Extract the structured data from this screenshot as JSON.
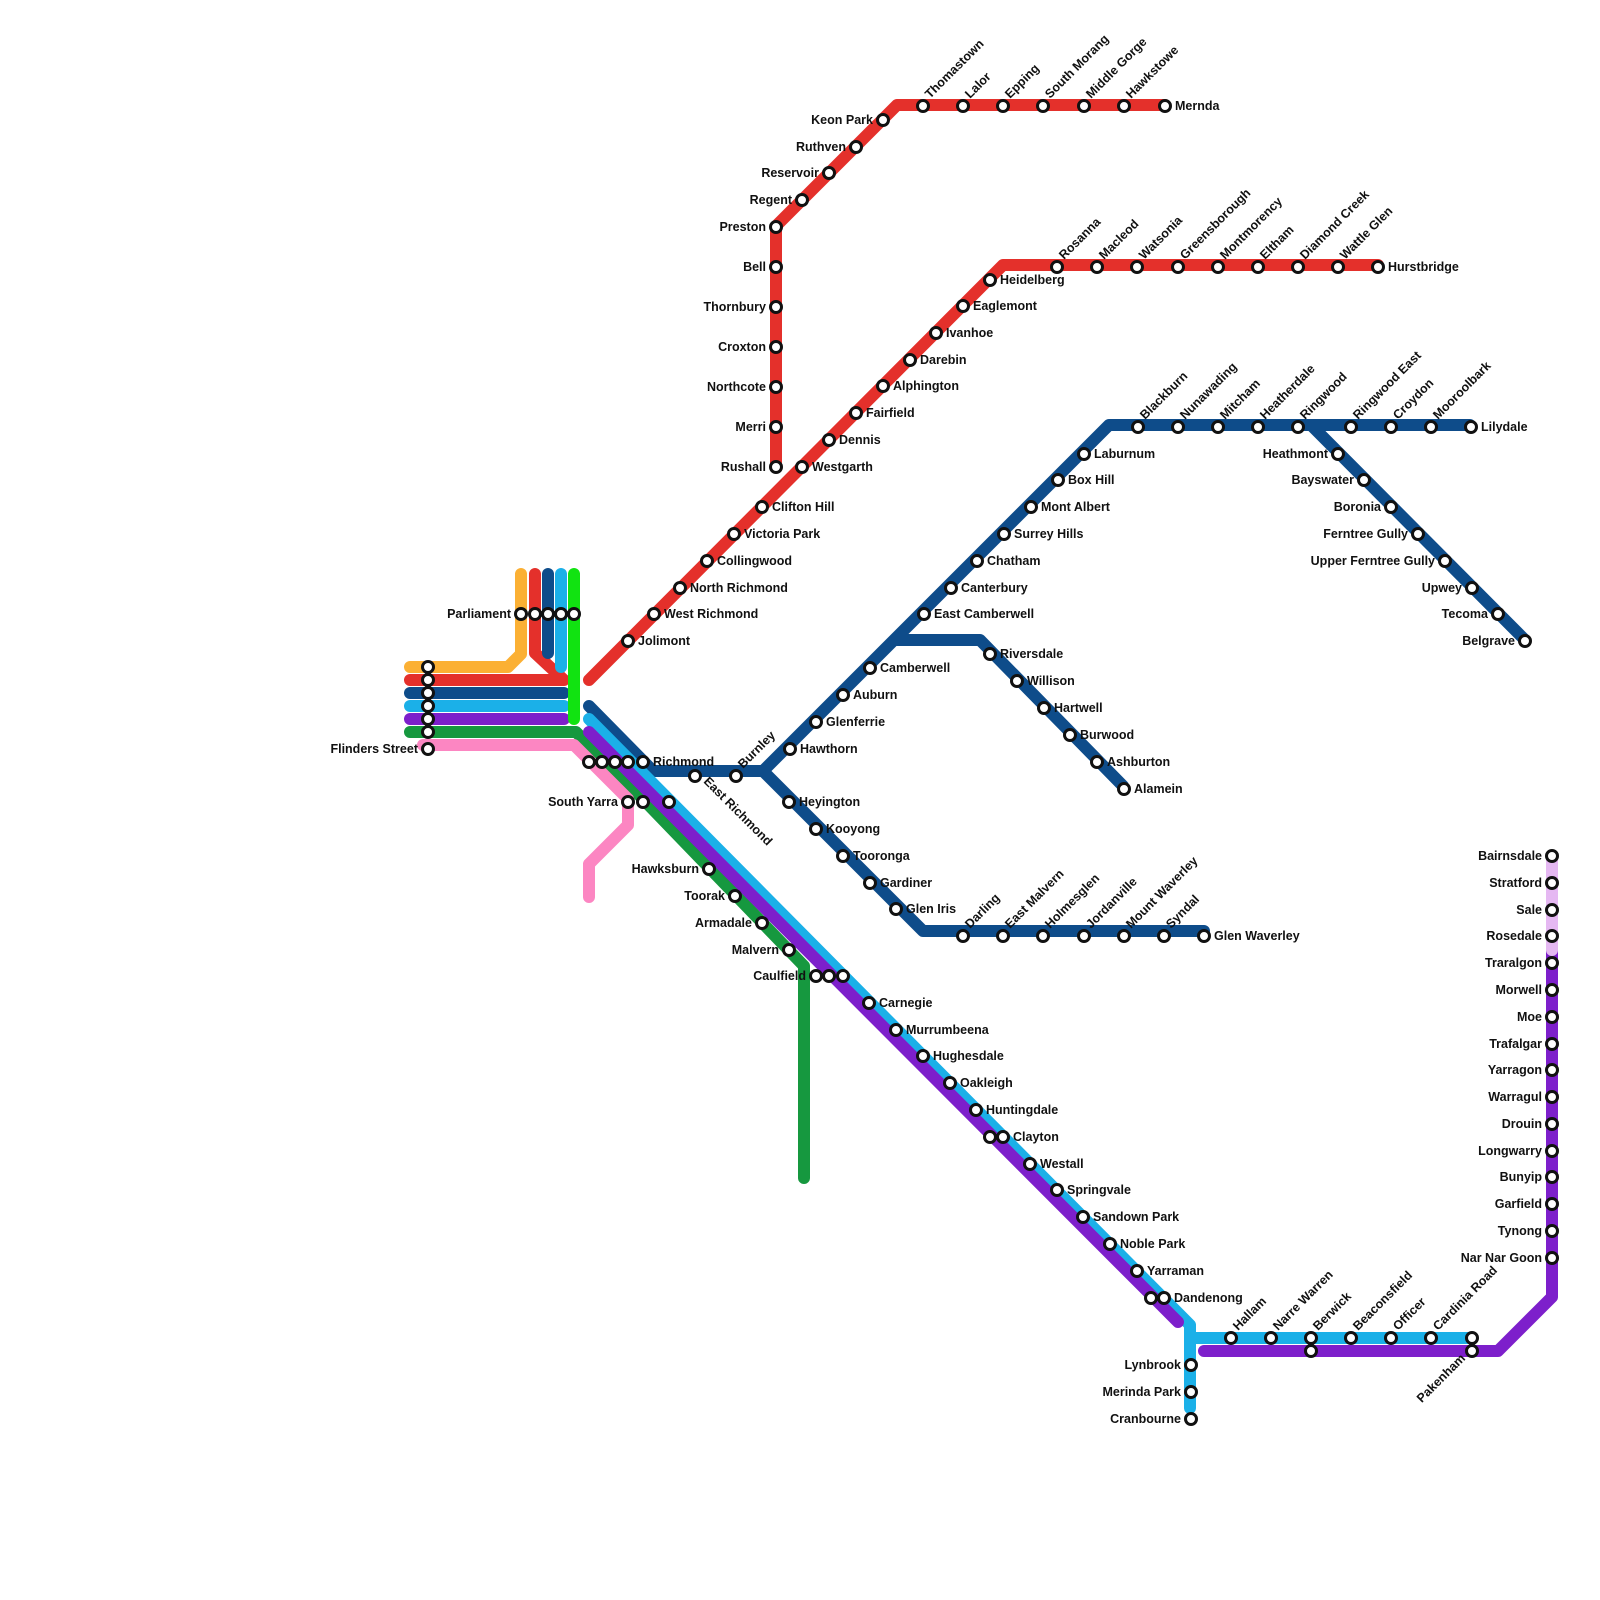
{
  "lines": [
    {
      "id": "orange",
      "color": "#FBB034"
    },
    {
      "id": "red",
      "color": "#E4302B"
    },
    {
      "id": "navy",
      "color": "#0E4C8A"
    },
    {
      "id": "cyan",
      "color": "#1BB0E8"
    },
    {
      "id": "purple",
      "color": "#7D1FCB"
    },
    {
      "id": "green",
      "color": "#16983F"
    },
    {
      "id": "pink",
      "color": "#FC86C2"
    },
    {
      "id": "lime",
      "color": "#11E311"
    },
    {
      "id": "lilac",
      "color": "#E5B8F2"
    }
  ],
  "stations": [
    "Parliament",
    "Flinders Street",
    "Jolimont",
    "West Richmond",
    "North Richmond",
    "Collingwood",
    "Victoria Park",
    "Clifton Hill",
    "Westgarth",
    "Dennis",
    "Fairfield",
    "Alphington",
    "Darebin",
    "Ivanhoe",
    "Eaglemont",
    "Heidelberg",
    "Rosanna",
    "Macleod",
    "Watsonia",
    "Greensborough",
    "Montmorency",
    "Eltham",
    "Diamond Creek",
    "Wattle Glen",
    "Hurstbridge",
    "Rushall",
    "Merri",
    "Northcote",
    "Croxton",
    "Thornbury",
    "Bell",
    "Preston",
    "Regent",
    "Reservoir",
    "Ruthven",
    "Keon Park",
    "Thomastown",
    "Lalor",
    "Epping",
    "South Morang",
    "Middle Gorge",
    "Hawkstowe",
    "Mernda",
    "Richmond",
    "East Richmond",
    "Burnley",
    "Hawthorn",
    "Glenferrie",
    "Auburn",
    "Camberwell",
    "East Camberwell",
    "Canterbury",
    "Chatham",
    "Surrey Hills",
    "Mont Albert",
    "Box Hill",
    "Laburnum",
    "Blackburn",
    "Nunawading",
    "Mitcham",
    "Heatherdale",
    "Ringwood",
    "Ringwood East",
    "Croydon",
    "Mooroolbark",
    "Lilydale",
    "Heathmont",
    "Bayswater",
    "Boronia",
    "Ferntree Gully",
    "Upper Ferntree Gully",
    "Upwey",
    "Tecoma",
    "Belgrave",
    "Riversdale",
    "Willison",
    "Hartwell",
    "Burwood",
    "Ashburton",
    "Alamein",
    "Heyington",
    "Kooyong",
    "Tooronga",
    "Gardiner",
    "Glen Iris",
    "Darling",
    "East Malvern",
    "Holmesglen",
    "Jordanville",
    "Mount Waverley",
    "Syndal",
    "Glen Waverley",
    "South Yarra",
    "Hawksburn",
    "Toorak",
    "Armadale",
    "Malvern",
    "Caulfield",
    "Carnegie",
    "Murrumbeena",
    "Hughesdale",
    "Oakleigh",
    "Huntingdale",
    "Clayton",
    "Westall",
    "Springvale",
    "Sandown Park",
    "Noble Park",
    "Yarraman",
    "Dandenong",
    "Hallam",
    "Narre Warren",
    "Berwick",
    "Beaconsfield",
    "Officer",
    "Cardinia Road",
    "Pakenham",
    "Lynbrook",
    "Merinda Park",
    "Cranbourne",
    "Bairnsdale",
    "Stratford",
    "Sale",
    "Rosedale",
    "Traralgon",
    "Morwell",
    "Moe",
    "Trafalgar",
    "Yarragon",
    "Warragul",
    "Drouin",
    "Longwarry",
    "Bunyip",
    "Garfield",
    "Tynong",
    "Nar Nar Goon"
  ]
}
